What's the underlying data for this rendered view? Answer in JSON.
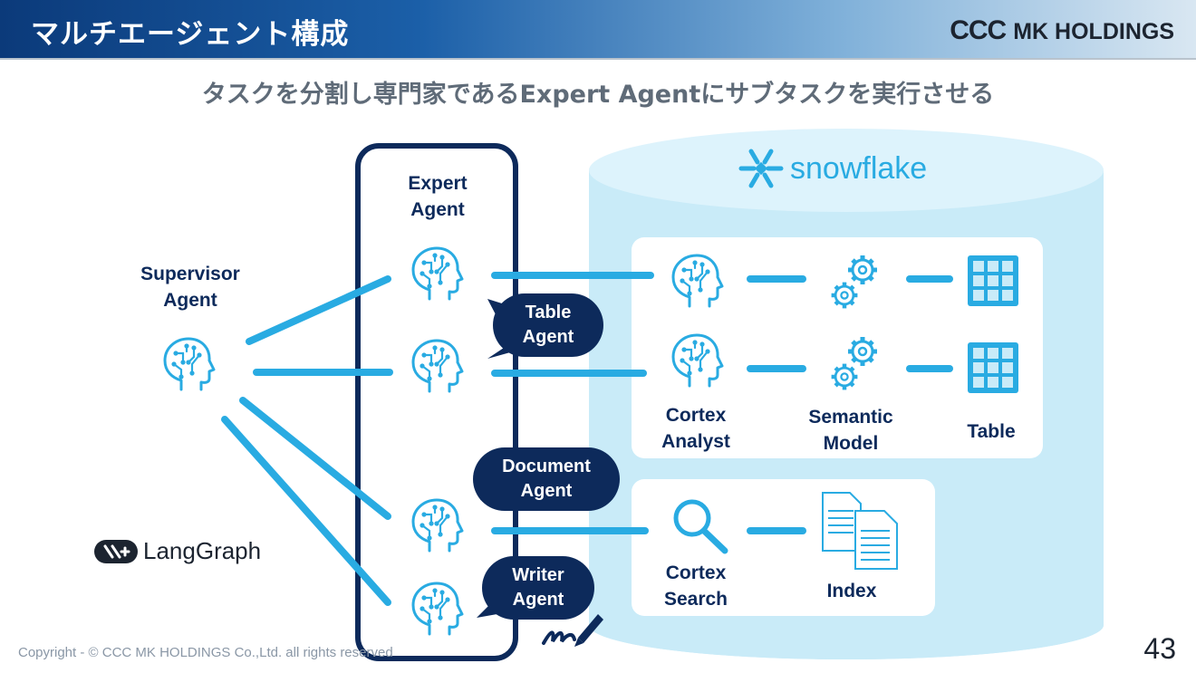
{
  "header": {
    "title": "マルチエージェント構成",
    "logo_mark": "CCC",
    "logo_text": "MK HOLDINGS"
  },
  "subtitle": "タスクを分割し専門家であるExpert Agentにサブタスクを実行させる",
  "labels": {
    "supervisor": "Supervisor Agent",
    "expert": "Expert Agent",
    "cortex_analyst": "Cortex Analyst",
    "semantic_model": "Semantic Model",
    "table": "Table",
    "cortex_search": "Cortex Search",
    "index": "Index"
  },
  "bubbles": {
    "table_agent": "Table Agent",
    "document_agent": "Document Agent",
    "writer_agent": "Writer Agent"
  },
  "snowflake_brand": "snowflake",
  "langgraph_brand": "LangGraph",
  "footer": {
    "copyright": "Copyright - © CCC MK HOLDINGS Co.,Ltd. all rights reserved",
    "page": "43"
  },
  "colors": {
    "header_dark": "#0b3a7a",
    "accent_blue": "#29abe2",
    "navy": "#0d2a5b",
    "db_fill": "#c9ebf8"
  },
  "icons": [
    "brain-head-icon",
    "gear-icon",
    "grid-table-icon",
    "magnifier-icon",
    "documents-icon",
    "snowflake-icon",
    "langgraph-icon",
    "signature-pen-icon"
  ]
}
